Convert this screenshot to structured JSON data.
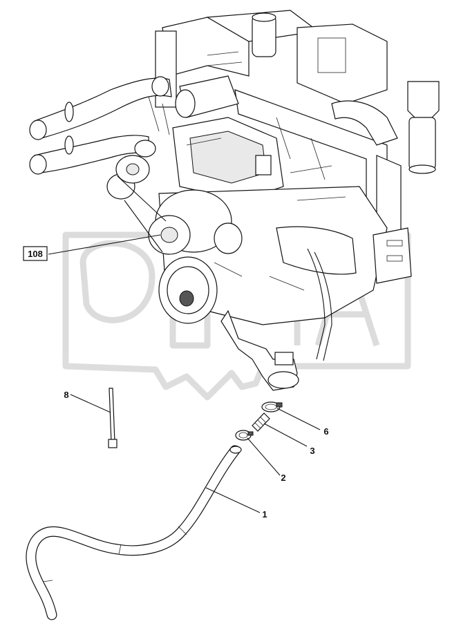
{
  "callouts": {
    "c108": "108",
    "c8": "8",
    "c6": "6",
    "c3": "3",
    "c2": "2",
    "c1": "1"
  },
  "watermark": {
    "logo_text": "OMA"
  },
  "icons": [
    "engine-assembly-drawing",
    "hose",
    "hose-clamp",
    "hose-fitting",
    "cable-tie",
    "watermark-logo"
  ],
  "colors": {
    "ink": "#111111",
    "watermark": "#d9d9d9",
    "background": "#ffffff"
  }
}
